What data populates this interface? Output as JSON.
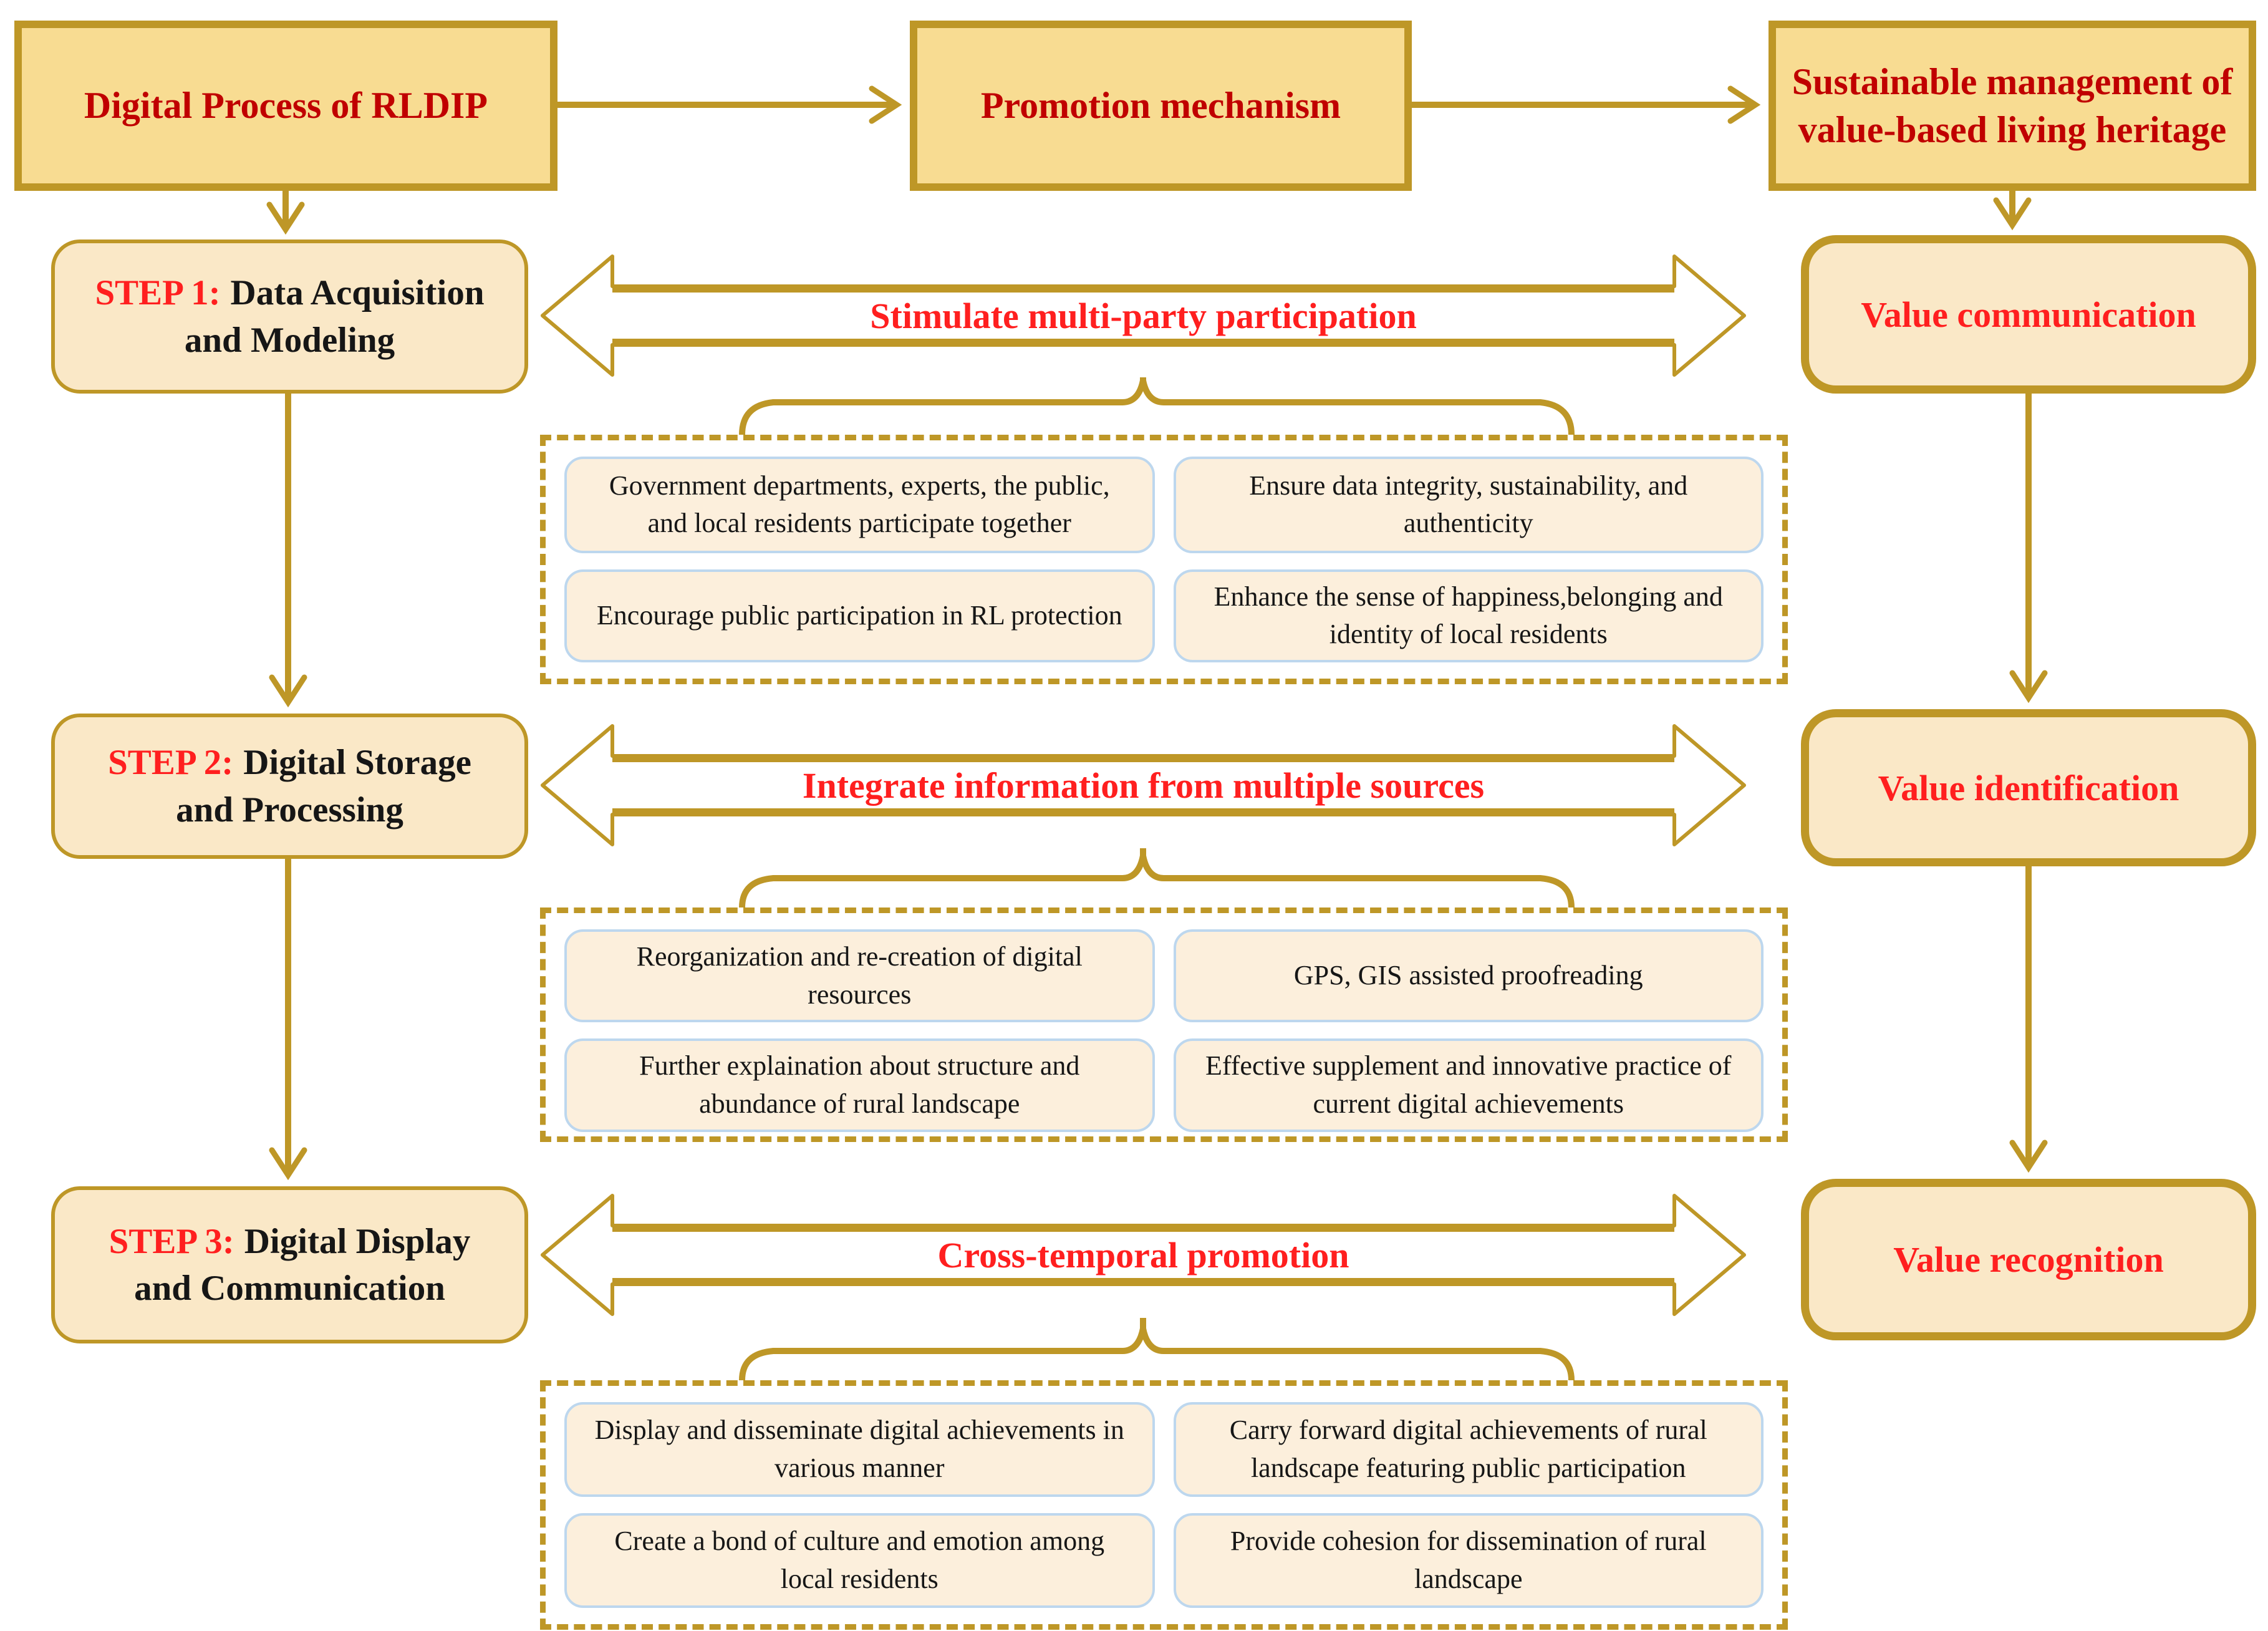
{
  "colors": {
    "gold": "#BE9727",
    "top_box_fill": "#F8DC92",
    "rounded_fill": "#FAE8C7",
    "inner_fill": "#FCEFDC",
    "inner_border": "#BDD7EE",
    "bright_red": "#FF1F1F",
    "dark_red": "#C00000",
    "text_black": "#161616"
  },
  "top_row": {
    "process": "Digital Process of RLDIP",
    "mechanism": "Promotion mechanism",
    "outcome": "Sustainable management of value-based living heritage"
  },
  "rows": [
    {
      "step_prefix": "STEP 1:",
      "step_title": "Data Acquisition and Modeling",
      "arrow_label": "Stimulate multi-party participation",
      "value_label": "Value communication",
      "items": [
        "Government departments, experts, the public, and local residents participate together",
        "Ensure data integrity, sustainability, and authenticity",
        "Encourage public participation in RL protection",
        "Enhance the sense of happiness,belonging and identity of local residents"
      ]
    },
    {
      "step_prefix": "STEP 2:",
      "step_title": "Digital Storage and Processing",
      "arrow_label": "Integrate information from multiple sources",
      "value_label": "Value identification",
      "items": [
        "Reorganization and re-creation of digital resources",
        "GPS, GIS assisted proofreading",
        "Further explaination about structure and abundance of rural landscape",
        "Effective supplement and innovative practice of current digital achievements"
      ]
    },
    {
      "step_prefix": "STEP 3:",
      "step_title": "Digital Display and Communication",
      "arrow_label": "Cross-temporal promotion",
      "value_label": "Value recognition",
      "items": [
        "Display and disseminate digital achievements in various manner",
        "Carry forward digital achievements of rural landscape featuring public participation",
        "Create a bond of culture and emotion among local residents",
        "Provide cohesion for dissemination of rural landscape"
      ]
    }
  ]
}
